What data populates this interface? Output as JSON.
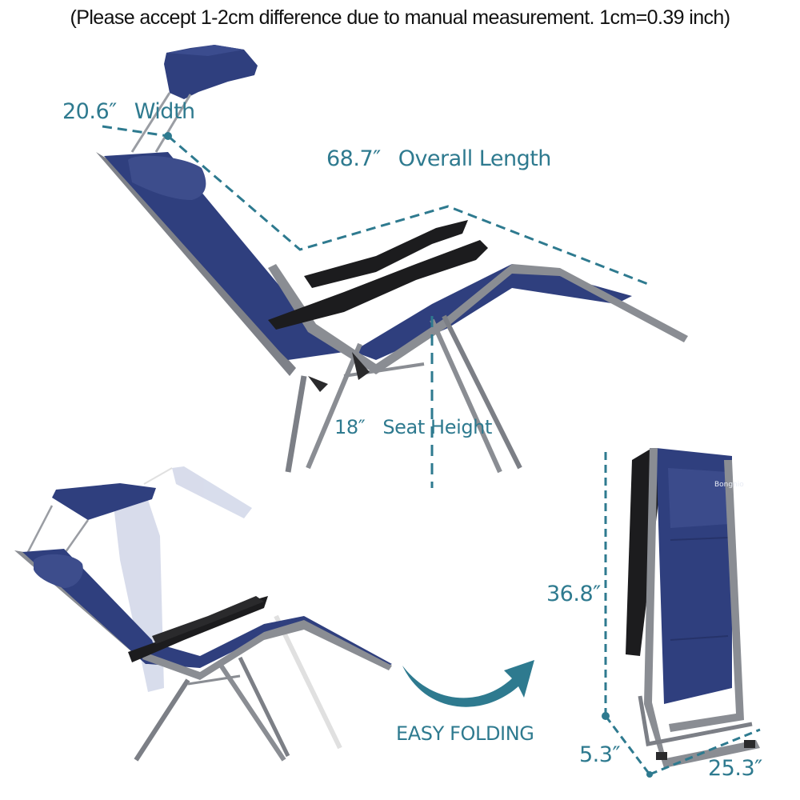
{
  "header": {
    "note": "(Please accept 1-2cm difference due to manual measurement.   1cm=0.39 inch)"
  },
  "colors": {
    "accent": "#2e7a8f",
    "fabric": "#2f3f7e",
    "fabric_light": "#a9b3d4",
    "frame": "#8a8d93",
    "armrest": "#1c1c1e"
  },
  "dimensions": {
    "width": {
      "value": "20.6″",
      "label": "Width"
    },
    "length": {
      "value": "68.7″",
      "label": "Overall Length"
    },
    "seat_height": {
      "value": "18″",
      "label": "Seat Height"
    },
    "folded_height": {
      "value": "36.8″"
    },
    "folded_depth": {
      "value": "5.3″"
    },
    "folded_width": {
      "value": "25.3″"
    }
  },
  "callout": {
    "easy_folding": "EASY FOLDING",
    "arrow_icon": "curved-arrow-right"
  },
  "product": {
    "brand": "Bongnio",
    "views": [
      "reclined-chair-with-canopy",
      "recline-adjustment-overlay",
      "folded-chair"
    ]
  }
}
